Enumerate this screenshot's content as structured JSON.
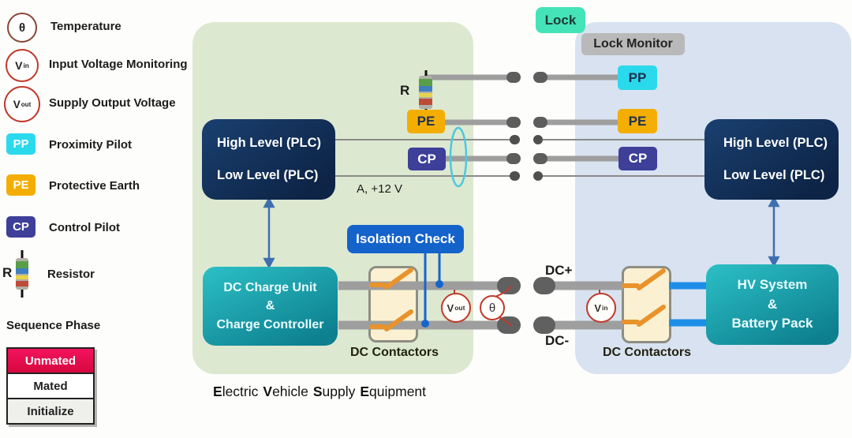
{
  "colors": {
    "evse_panel": "#dde8d1",
    "ev_panel": "#d8e2f0",
    "navy_box": "#0d2446",
    "teal_box": "#0d7f8f",
    "isolation_blue": "#1463cb",
    "lock_mint": "#45e3b8",
    "lock_monitor_gray": "#b9b9b9",
    "pp_cyan": "#2bd9ec",
    "pe_amber": "#f3ae01",
    "cp_indigo": "#3d3f99",
    "unmated_red": "#e00a4e",
    "wire_gray": "#9e9e9e",
    "hv_wire_blue": "#1d8ee8",
    "switch_orange": "#e8932c",
    "sensor_red": "#c0392b"
  },
  "legend": {
    "items": [
      {
        "symbol_main": "θ",
        "symbol_sub": "",
        "label": "Temperature"
      },
      {
        "symbol_main": "V",
        "symbol_sub": "in",
        "label": "Input Voltage Monitoring"
      },
      {
        "symbol_main": "V",
        "symbol_sub": "out",
        "label": "Supply Output Voltage"
      },
      {
        "symbol": "PP",
        "label": "Proximity Pilot"
      },
      {
        "symbol": "PE",
        "label": "Protective Earth"
      },
      {
        "symbol": "CP",
        "label": "Control Pilot"
      },
      {
        "symbol": "R",
        "label": "Resistor"
      }
    ],
    "sequence_phase": {
      "title": "Sequence Phase",
      "phases": [
        "Unmated",
        "Mated",
        "Initialize"
      ]
    }
  },
  "evse": {
    "plc_box": {
      "line1": "High Level (PLC)",
      "line2": "Low Level (PLC)"
    },
    "charge_unit": {
      "line1": "DC Charge Unit",
      "line2": "&",
      "line3": "Charge Controller"
    },
    "isolation_check_label": "Isolation Check",
    "dc_contactors_label": "DC Contactors",
    "pilot_line_label": "A, +12 V",
    "resistor_label": "R",
    "pe_chip": "PE",
    "cp_chip": "CP",
    "vout_sensor": {
      "main": "V",
      "sub": "out"
    },
    "theta_sensor": "θ",
    "caption_words": [
      "Electric",
      "Vehicle",
      "Supply",
      "Equipment"
    ]
  },
  "vehicle": {
    "lock_label": "Lock",
    "lock_monitor_label": "Lock Monitor",
    "pp_chip": "PP",
    "pe_chip": "PE",
    "cp_chip": "CP",
    "plc_box": {
      "line1": "High Level (PLC)",
      "line2": "Low Level (PLC)"
    },
    "hv_box": {
      "line1": "HV System",
      "line2": "&",
      "line3": "Battery Pack"
    },
    "dc_contactors_label": "DC Contactors",
    "vin_sensor": {
      "main": "V",
      "sub": "in"
    },
    "dc_plus_label": "DC+",
    "dc_minus_label": "DC-"
  }
}
